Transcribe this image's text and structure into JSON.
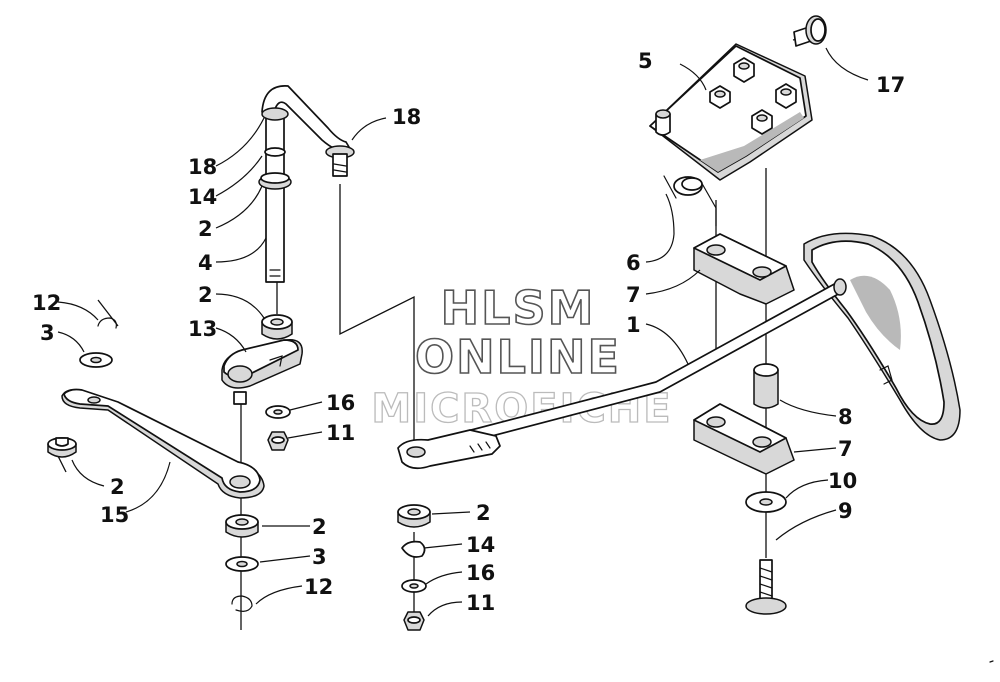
{
  "watermark": {
    "line1": "HLSM",
    "line2": "ONLINE",
    "line3": "MICROFICHE"
  },
  "callouts": [
    "5",
    "17",
    "18",
    "18",
    "14",
    "2",
    "4",
    "2",
    "13",
    "12",
    "3",
    "16",
    "11",
    "2",
    "15",
    "2",
    "3",
    "12",
    "6",
    "7",
    "1",
    "8",
    "7",
    "10",
    "9",
    "2",
    "14",
    "16",
    "11"
  ]
}
